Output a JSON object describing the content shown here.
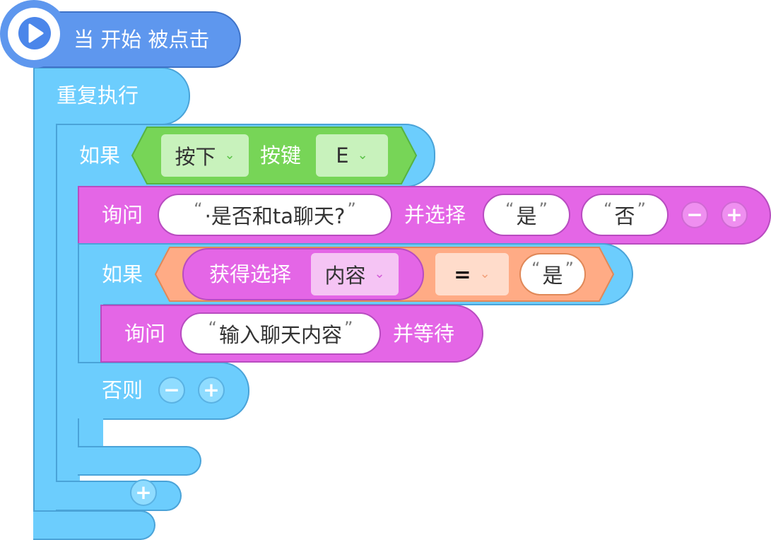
{
  "hat": {
    "label": "当 开始 被点击",
    "icon": "play-icon"
  },
  "forever": {
    "label": "重复执行"
  },
  "if1": {
    "label": "如果",
    "key_dropdown": "按下",
    "key_label": "按键",
    "key_value": "E"
  },
  "ask_choose": {
    "label": "询问",
    "question": "·是否和ta聊天?",
    "choose_label": "并选择",
    "options": [
      "是",
      "否"
    ]
  },
  "if2": {
    "label": "如果",
    "get_choice_label": "获得选择",
    "choice_prop": "内容",
    "operator": "=",
    "compare_value": "是"
  },
  "ask_wait": {
    "label": "询问",
    "prompt": "输入聊天内容",
    "wait_label": "并等待"
  },
  "else": {
    "label": "否则"
  },
  "quote_open": "“",
  "quote_close": "”",
  "buttons": {
    "minus": "−",
    "plus": "+"
  },
  "colors": {
    "event": "#5e97ee",
    "control": "#6ccdfd",
    "sensing_key": "#77d557",
    "ask": "#e466e6",
    "operator": "#ffab85"
  }
}
